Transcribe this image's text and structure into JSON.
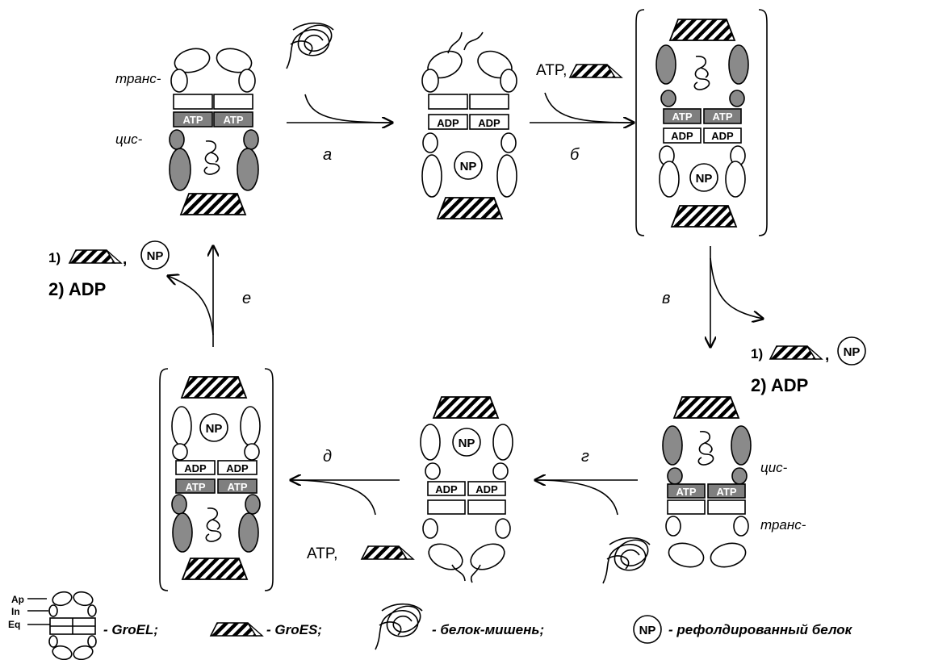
{
  "labels": {
    "trans": "транс-",
    "cis": "цис-",
    "step_a": "а",
    "step_b": "б",
    "step_v": "в",
    "step_g": "г",
    "step_d": "д",
    "step_e": "е",
    "atp_with_groes": "ATP,",
    "release_1_prefix": "1)",
    "release_comma": ",",
    "release_2": "2) ADP",
    "atp": "ATP",
    "adp": "ADP",
    "np": "NP"
  },
  "legend": {
    "ap": "Ap",
    "in": "In",
    "eq": "Eq",
    "groel": "- GroEL;",
    "groes": "- GroES;",
    "substrate": "- белок-мишень;",
    "refolded": "- рефолдированный белок",
    "np": "NP"
  }
}
